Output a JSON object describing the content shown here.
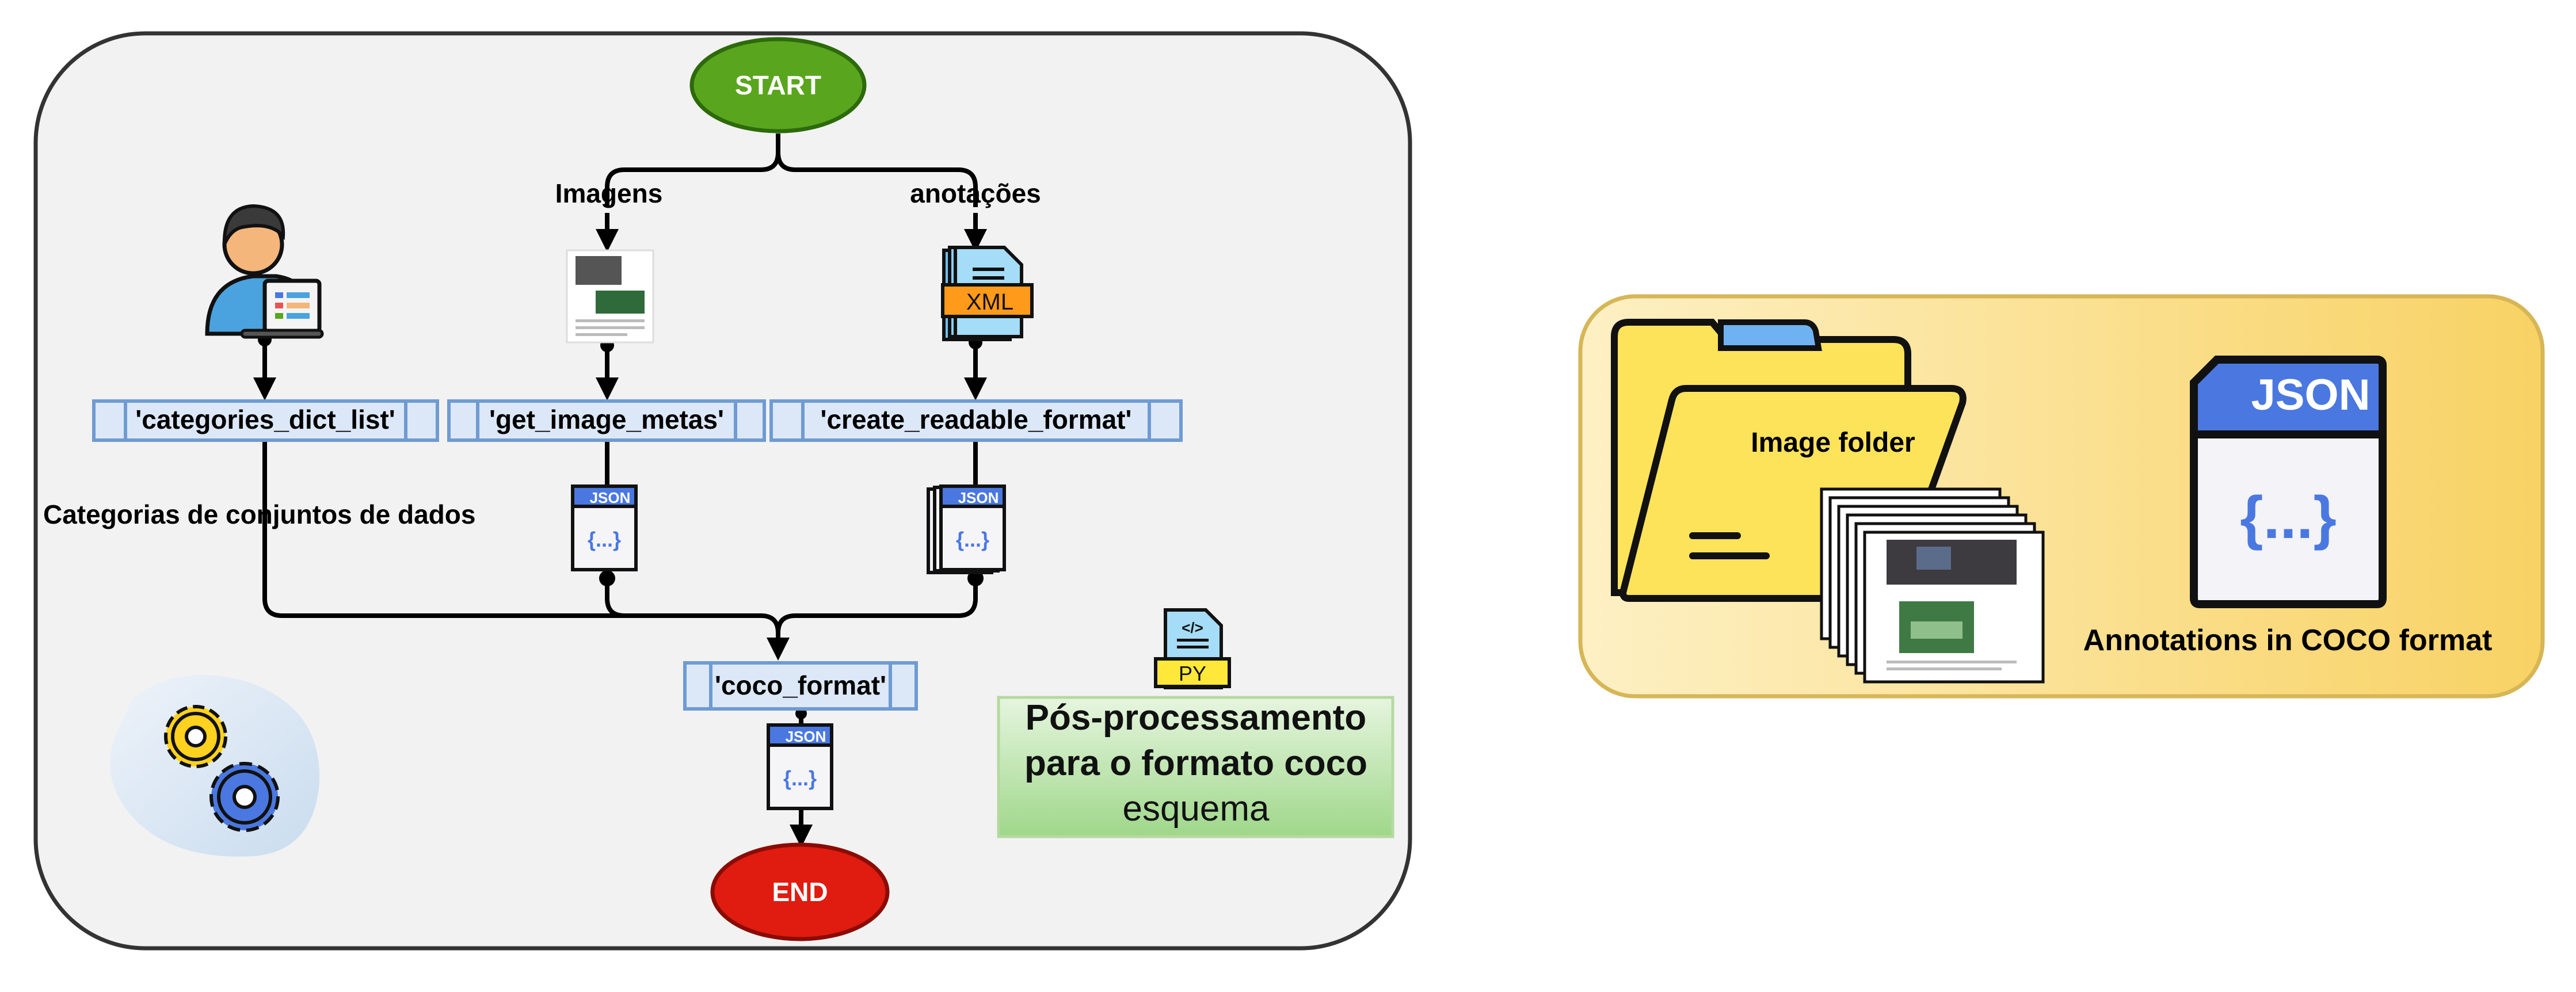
{
  "flowchart": {
    "start_label": "START",
    "end_label": "END",
    "branch_images_label": "Imagens",
    "branch_annotations_label": "anotações",
    "xml_icon_label": "XML",
    "categories_caption": "Categorias de conjuntos de dados",
    "functions": {
      "categories": "'categories_dict_list'",
      "get_image_metas": "'get_image_metas'",
      "create_readable_format": "'create_readable_format'",
      "coco_format": "'coco_format'"
    },
    "json_icon_label": "JSON",
    "json_braces": "{...}",
    "py_icon_label": "PY",
    "py_code_glyph": "</>",
    "note_lines": [
      "Pós-processamento",
      "para o formato coco",
      "esquema"
    ]
  },
  "legend": {
    "image_folder_label": "Image folder",
    "json_icon_label": "JSON",
    "json_braces": "{...}",
    "annotations_label": "Annotations in COCO format"
  },
  "colors": {
    "start_fill": "#5aa51e",
    "end_fill": "#e01b0f",
    "function_box_fill": "#dce8f7",
    "function_box_stroke": "#6f9bd1",
    "json_header": "#4a78e0",
    "note_fill": "#b9e3a6",
    "legend_fill": "#fbe7a6",
    "legend_stroke": "#d6b656",
    "folder_yellow": "#fde35a",
    "folder_tab_blue": "#6fb2f2",
    "xml_orange": "#ff9a1a",
    "py_yellow": "#ffe83a",
    "panel_fill": "#f2f2f2"
  }
}
